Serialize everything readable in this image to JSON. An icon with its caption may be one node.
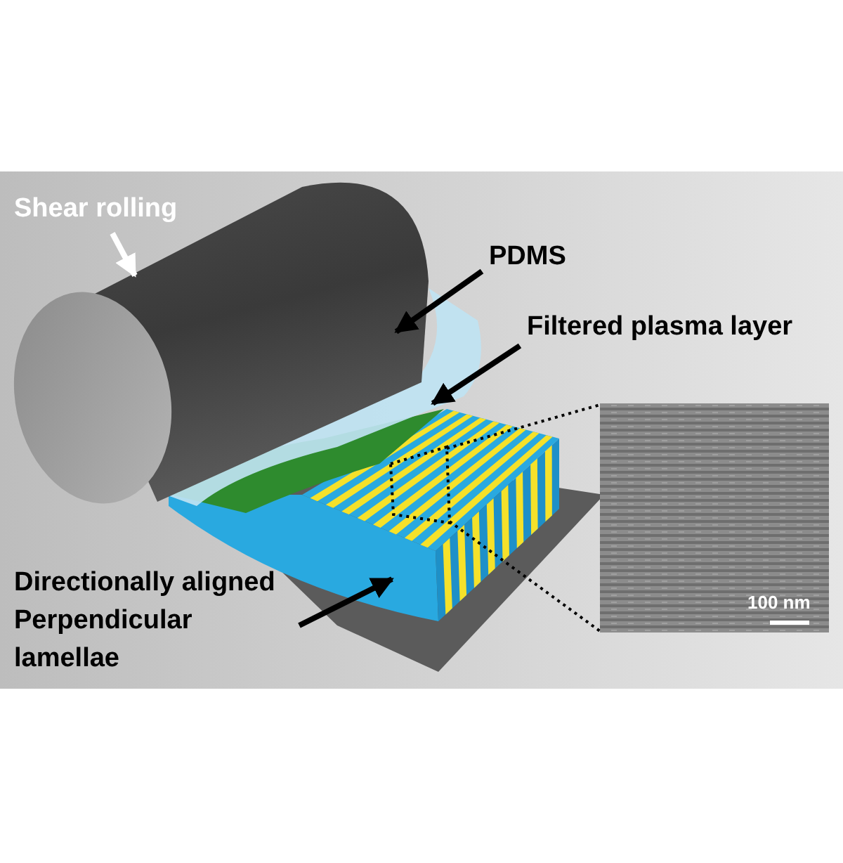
{
  "diagram": {
    "nodes": [
      {
        "text": [
          "Shear rolling"
        ]
      },
      {
        "text": [],
        "shape": "picture"
      },
      {
        "text": [
          "PDMS"
        ]
      },
      {
        "text": [],
        "shape": "picture"
      },
      {
        "text": [
          "Filtered plasma layer"
        ]
      },
      {
        "text": [],
        "shape": "picture",
        "in": 7
      },
      {
        "text": [
          "Directionally aligned Perpendicular lamellae"
        ]
      },
      {
        "text": [],
        "shape": "picture"
      },
      {
        "text": [],
        "shape": "box",
        "in": 7
      },
      {
        "text": [],
        "shape": "picture"
      }
    ],
    "edges": [
      {
        "from": 0,
        "to": 1,
        "arrow": "to",
        "color": "#ffffff"
      },
      {
        "from": 2,
        "to": 3,
        "arrow": "to"
      },
      {
        "from": 4,
        "to": 5,
        "arrow": "to"
      },
      {
        "from": 6,
        "to": 7,
        "arrow": "to"
      },
      {
        "from": 8,
        "to": 9,
        "arrow": "none",
        "style": "dashed"
      },
      {
        "from": 8,
        "to": 9,
        "arrow": "none",
        "style": "dashed"
      }
    ],
    "labels": [
      "100 nm"
    ]
  }
}
